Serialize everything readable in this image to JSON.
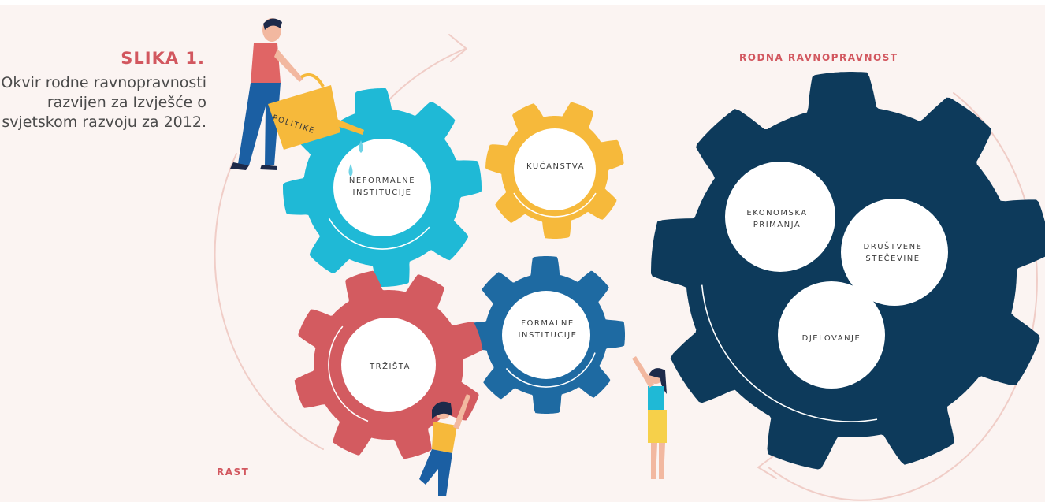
{
  "figure": {
    "number": "SLIKA 1.",
    "caption": "Okvir rodne ravnopravnosti razvijen za Izvješće o svjetskom razvoju za 2012."
  },
  "labels": {
    "top_right": "RODNA RAVNOPRAVNOST",
    "bottom_left": "RAST"
  },
  "watering_can_text": "POLITIKE",
  "gears": {
    "informal": "NEFORMALNE INSTITUCIJE",
    "households": "KUĆANSTVA",
    "economic": "EKONOMSKA PRIMANJA",
    "social": "DRUŠTVENE STEČEVINE",
    "agency": "DJELOVANJE",
    "formal": "FORMALNE INSTITUCIJE",
    "markets": "TRŽIŠTA"
  },
  "colors": {
    "accent_red": "#d2575f",
    "informal_gear": "#1fb9d6",
    "households_gear": "#f6b93b",
    "markets_gear": "#d35b60",
    "formal_gear": "#1e6aa2",
    "gender_gear": "#0d3a5b",
    "arrow": "#f0cdc7",
    "background": "#fbf4f2"
  }
}
